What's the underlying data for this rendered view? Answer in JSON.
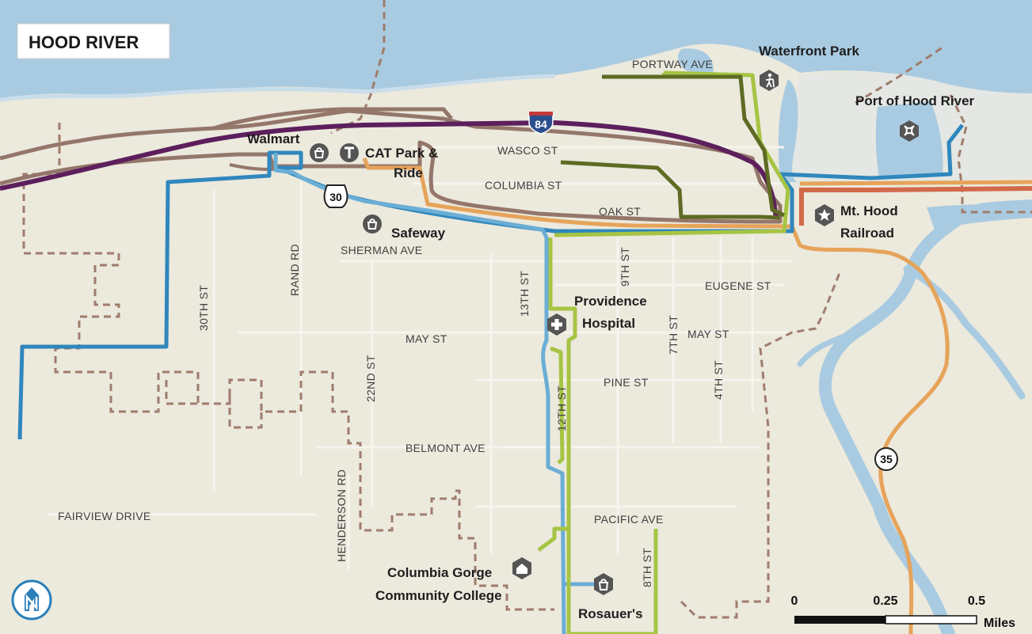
{
  "map": {
    "title": "HOOD RIVER",
    "colors": {
      "land": "#ece9dd",
      "water": "#a9cbe1",
      "city_limit": "#a07c6c",
      "route_purple": "#5c1f5c",
      "route_brown": "#94766a",
      "route_blue": "#2f87bd",
      "route_lightblue": "#6aaed6",
      "route_lime": "#a6c443",
      "route_olive": "#5e6b23",
      "route_orange": "#e6a35a",
      "route_red": "#d2694a",
      "poi_icon": "#555555"
    },
    "shields": {
      "interstate": "84",
      "us_route": "30",
      "state_route": "35"
    },
    "streets": {
      "portway": "PORTWAY AVE",
      "wasco": "WASCO ST",
      "columbia": "COLUMBIA ST",
      "oak": "OAK ST",
      "sherman": "SHERMAN AVE",
      "eugene": "EUGENE ST",
      "may_west": "MAY ST",
      "may_east": "MAY ST",
      "pine": "PINE ST",
      "belmont": "BELMONT AVE",
      "pacific": "PACIFIC AVE",
      "fairview": "FAIRVIEW DRIVE",
      "st30": "30TH ST",
      "rand": "RAND RD",
      "st22": "22ND ST",
      "henderson": "HENDERSON RD",
      "st13": "13TH ST",
      "st12": "12TH ST",
      "st9": "9TH ST",
      "st7": "7TH ST",
      "st4": "4TH ST",
      "st8": "8TH ST"
    },
    "pois": {
      "walmart": "Walmart",
      "cat_park_1": "CAT Park &",
      "cat_park_2": "Ride",
      "safeway": "Safeway",
      "waterfront": "Waterfront Park",
      "port": "Port of Hood River",
      "mthood_1": "Mt. Hood",
      "mthood_2": "Railroad",
      "providence_1": "Providence",
      "providence_2": "Hospital",
      "college_1": "Columbia Gorge",
      "college_2": "Community College",
      "rosauers": "Rosauer's"
    },
    "icons": [
      "shopping-icon",
      "transit-icon",
      "hiker-icon",
      "airport-icon",
      "star-icon",
      "hospital-cross-icon",
      "school-icon",
      "grocery-icon",
      "north-arrow-icon"
    ],
    "scale_bar": {
      "ticks": [
        "0",
        "0.25",
        "0.5"
      ],
      "unit": "Miles"
    }
  }
}
